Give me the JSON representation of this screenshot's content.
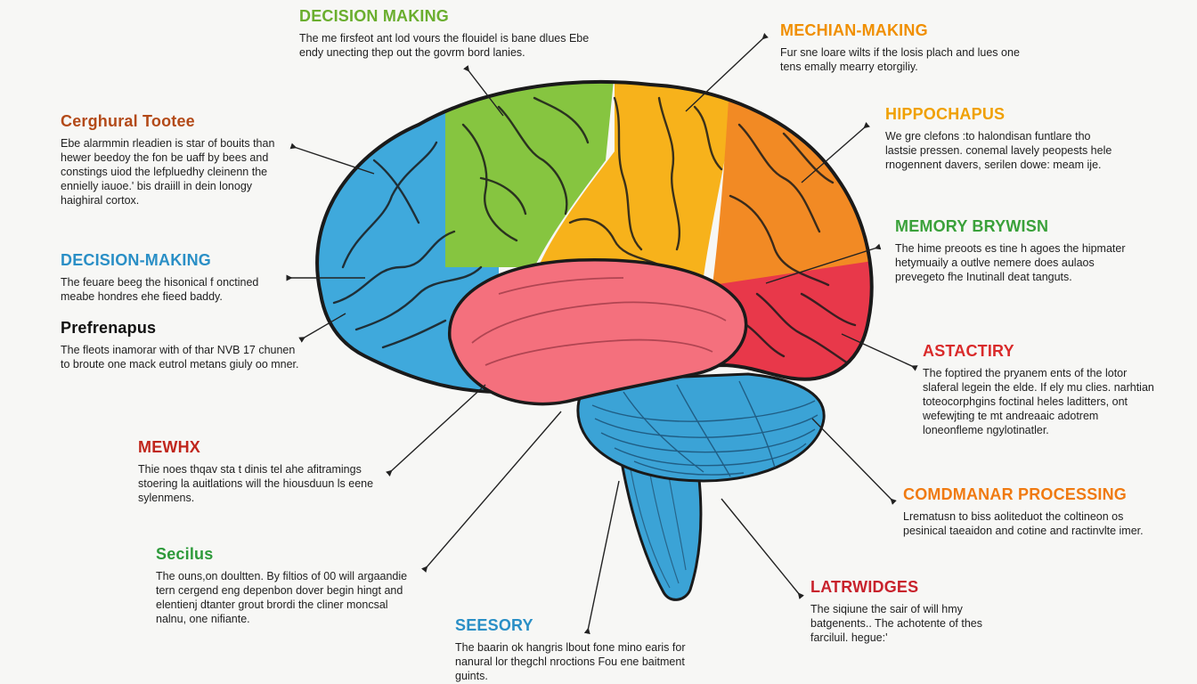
{
  "diagram": {
    "labels": [
      {
        "id": "decision-making-top",
        "title": "DECISION MAKING",
        "color": "#6aae2e",
        "text": "The me firsfeot ant lod vours the flouidel is bane dlues Ebe endy unecting thep out the govrm bord lanies."
      },
      {
        "id": "mechian-making",
        "title": "MECHIAN-MAKING",
        "color": "#f08f00",
        "text": "Fur sne loare wilts if the losis plach and lues one tens emally mearry etorgiliy."
      },
      {
        "id": "cerghural-tootee",
        "title": "Cerghural Tootee",
        "color": "#b34a18",
        "text": "Ebe alarmmin rleadien is star of bouits than hewer beedoy the fon be uaff by bees and constings uiod the lefpluedhy cleinenn the ennielly iauoe.' bis draiill in dein lonogy haighiral cortox."
      },
      {
        "id": "hippochapus",
        "title": "HIPPOCHAPUS",
        "color": "#f0a000",
        "text": "We gre clefons :to halondisan funtlare tho lastsie pressen. conemal lavely peopests hele rnogennent davers, serilen dowe: meam ije."
      },
      {
        "id": "decision-making-left",
        "title": "DECISION-MAKING",
        "color": "#2a8fc6",
        "text": "The feuare beeg the hisonical f onctined meabe hondres ehe fieed baddy."
      },
      {
        "id": "memory-brywisn",
        "title": "MEMORY BRYWISN",
        "color": "#3aa13a",
        "text": "The hime preoots es tine h agoes the hipmater hetymuaily a outlve nemere does aulaos prevegeto fhe Inutinall deat tanguts."
      },
      {
        "id": "prefrenapus",
        "title": "Prefrenapus",
        "color": "#111111",
        "text": "The fleots inamorar with of thar NVB 17 chunen to broute one mack eutrol metans giuly oo mner."
      },
      {
        "id": "astactiry",
        "title": "ASTACTIRY",
        "color": "#d92a2a",
        "text": "The foptired the pryanem ents of the lotor slaferal legein the elde. If ely mu clies. narhtian toteocorphgins foctinal heles laditters, ont wefewjting te mt andreaaic adotrem loneonfleme ngylotinatler."
      },
      {
        "id": "mewhx",
        "title": "MEWHX",
        "color": "#c0261c",
        "text": "Thie noes thqav sta t dinis tel ahe afitramings stoering la auitlations will the hiousduun ls eene sylenmens."
      },
      {
        "id": "comdmanar-processing",
        "title": "COMDMANAR PROCESSING",
        "color": "#f07a10",
        "text": "Lrematusn to biss aoliteduot the coltineon os pesinical taeaidon and cotine and ractinvlte imer."
      },
      {
        "id": "secius",
        "title": "Secilus",
        "color": "#2d9a3a",
        "text": "The ouns,on doultten. By filtios of 00 will argaandie tern cergend eng depenbon dover begin hingt and elentienj dtanter grout brordi the cliner moncsal nalnu, one nifiante."
      },
      {
        "id": "latrwidges",
        "title": "LATRWIDGES",
        "color": "#c8222c",
        "text": "The siqiune the sair of will hmy batgenents.. The achotente of thes farciluil. hegue:'"
      },
      {
        "id": "seesory",
        "title": "SEESORY",
        "color": "#2a8fc6",
        "text": "The baarin ok hangris lbout fone mino earis for nanural lor thegchl nroctions Fou ene baitment guints."
      }
    ],
    "regions": [
      {
        "id": "frontal-lobe",
        "color": "#3fa9dc"
      },
      {
        "id": "green-lobe",
        "color": "#86c540"
      },
      {
        "id": "yellow-lobe",
        "color": "#f7b21b"
      },
      {
        "id": "orange-lobe",
        "color": "#f28a24"
      },
      {
        "id": "red-lobe",
        "color": "#e8384a"
      },
      {
        "id": "temporal-lobe",
        "color": "#f4707d"
      },
      {
        "id": "cerebellum",
        "color": "#3ba3d6"
      },
      {
        "id": "brain-stem",
        "color": "#3ba3d6"
      }
    ]
  }
}
